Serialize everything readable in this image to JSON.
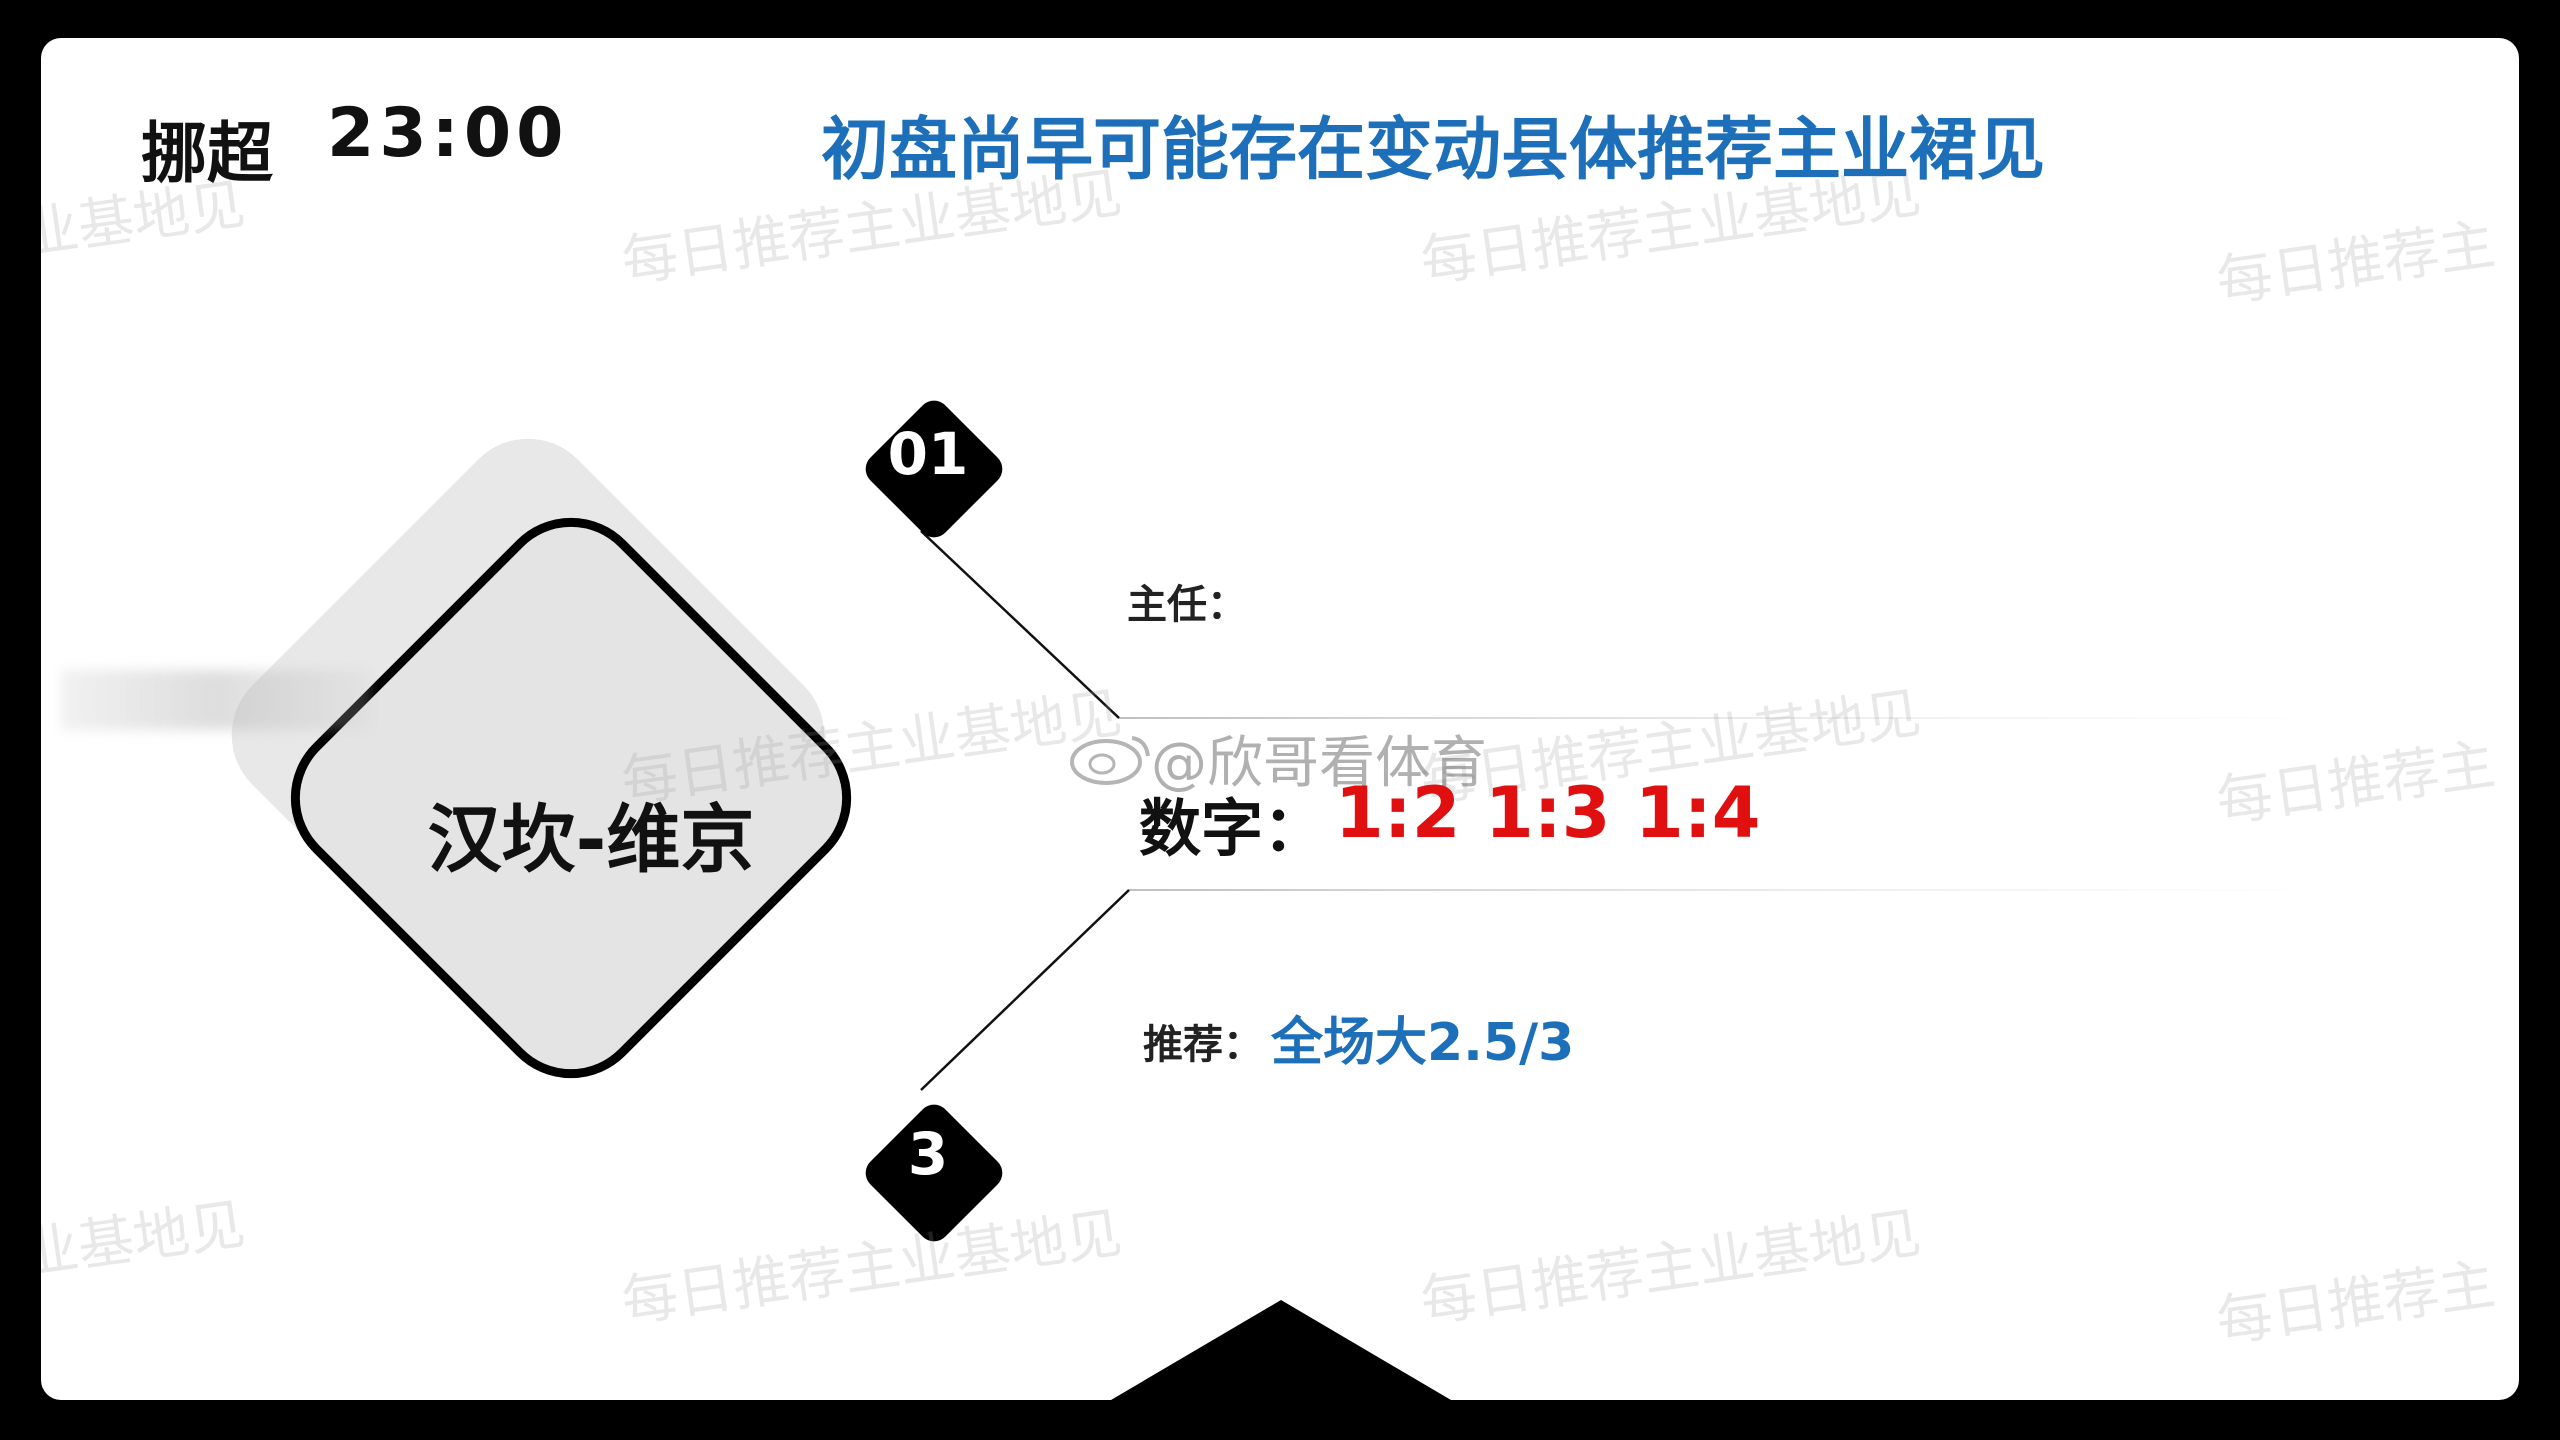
{
  "header": {
    "league": "挪超",
    "kickoff_time": "23:00",
    "headline": "初盘尚早可能存在变动县体推荐主业裙见"
  },
  "match": {
    "teams": "汉坎-维京"
  },
  "badges": {
    "first": "01",
    "second": "3"
  },
  "details": {
    "zhuren_label": "主任：",
    "shuzi_label": "数字：",
    "scores": [
      "1:2",
      "1:3",
      "1:4"
    ],
    "tuijian_label": "推荐：",
    "tuijian_value": "全场大2.5/3"
  },
  "credit": "@欣哥看体育",
  "watermark": {
    "text_full": "每日推荐主业基地见",
    "text_tail": "主业基地见",
    "text_head": "每日推荐主"
  },
  "colors": {
    "accent_blue": "#1c6fb8",
    "score_red": "#e01010",
    "frame_black": "#000000",
    "diamond_fill": "#e8e8e8"
  }
}
